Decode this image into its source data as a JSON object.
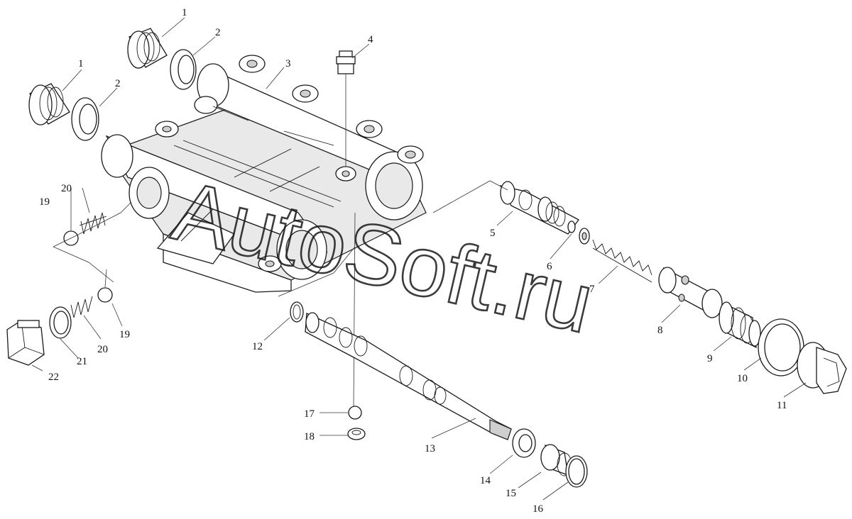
{
  "callouts": [
    "1",
    "1",
    "2",
    "2",
    "3",
    "4",
    "5",
    "6",
    "7",
    "8",
    "9",
    "10",
    "11",
    "12",
    "13",
    "14",
    "15",
    "16",
    "17",
    "18",
    "19",
    "19",
    "20",
    "20",
    "21",
    "22"
  ],
  "watermark": "AutoSoft.ru"
}
